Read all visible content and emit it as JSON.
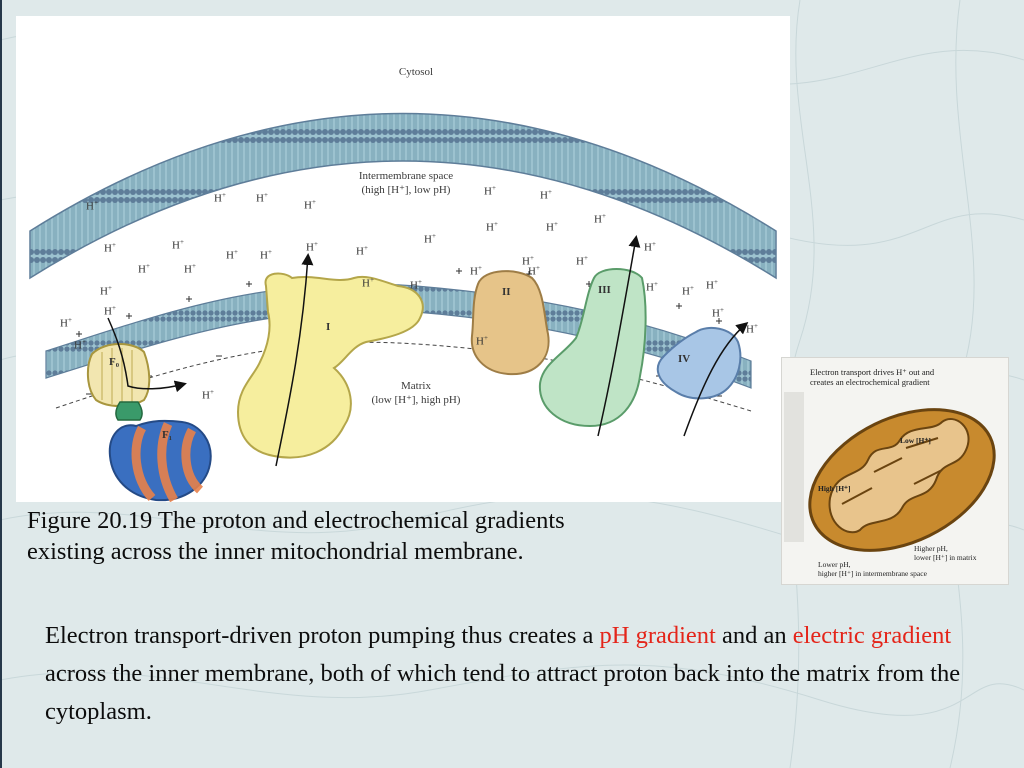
{
  "figure": {
    "labels": {
      "cytosol": "Cytosol",
      "intermembrane_line1": "Intermembrane space",
      "intermembrane_line2": "(high [H⁺], low pH)",
      "matrix_line1": "Matrix",
      "matrix_line2": "(low [H⁺], high pH)"
    },
    "complexes": {
      "complex_1": "I",
      "complex_2": "II",
      "complex_3": "III",
      "complex_4": "IV",
      "f0": "F₀",
      "f1": "F₁"
    },
    "proton_symbol": "H",
    "proton_charge": "+",
    "colors": {
      "membrane_head": "#6d8aa6",
      "membrane_tail": "#8ab0bf",
      "complex_1": "#f6ee9e",
      "complex_2": "#e6c489",
      "complex_3": "#bfe4c6",
      "complex_4": "#a8c6e6",
      "f0": "#f2e6b0",
      "f1_blue": "#3a6fc0",
      "f1_orange": "#e8814a",
      "f1_green": "#3a9a6a"
    }
  },
  "inset": {
    "title_line1": "Electron transport drives H⁺ out and",
    "title_line2": "creates an electrochemical gradient",
    "low_label": "Low [H⁺]",
    "high_label": "High [H⁺]",
    "higher_line1": "Higher pH,",
    "higher_line2": "lower [H⁺] in matrix",
    "lower_line1": "Lower pH,",
    "lower_line2": "higher [H⁺] in intermembrane space",
    "colors": {
      "outer": "#c88a2e",
      "inner": "#e8c48c"
    }
  },
  "caption": {
    "line1": "Figure 20.19 The proton and electrochemical gradients",
    "line2": "existing across the inner mitochondrial membrane."
  },
  "body": {
    "part1": "Electron transport-driven proton pumping thus creates a ",
    "accent1": "pH gradient",
    "part2": " and an ",
    "accent2": "electric gradient",
    "part3": " across the inner membrane, both of which tend to attract proton back into the matrix from the cytoplasm.",
    "accent_color": "#e4251a"
  }
}
